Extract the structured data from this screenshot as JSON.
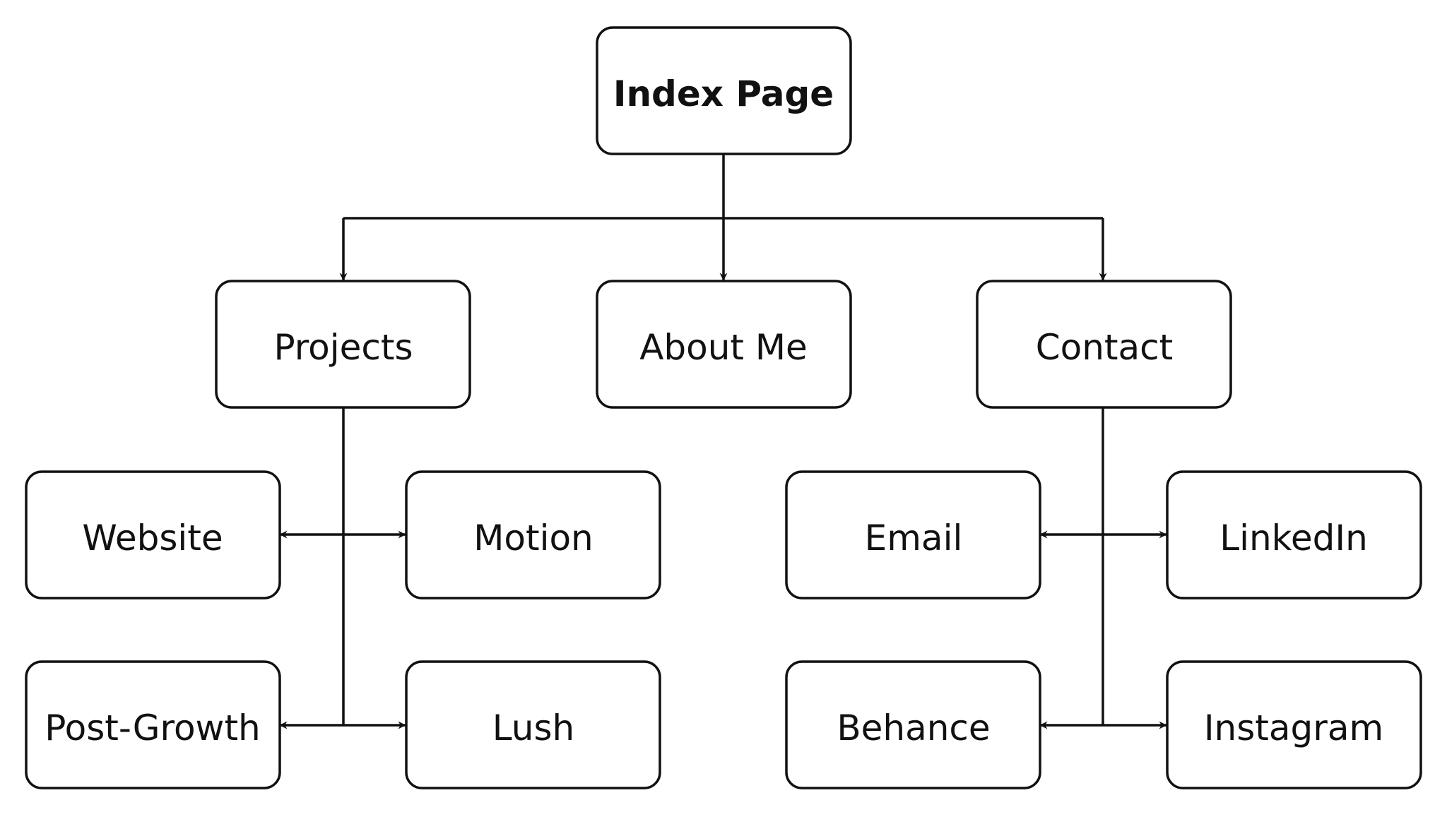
{
  "nodes": {
    "root": "Index Page",
    "projects": "Projects",
    "about": "About Me",
    "contact": "Contact",
    "website": "Website",
    "motion": "Motion",
    "post_growth": "Post-Growth",
    "lush": "Lush",
    "email": "Email",
    "linkedin": "LinkedIn",
    "behance": "Behance",
    "instagram": "Instagram"
  },
  "edges": [
    {
      "from": "root",
      "to": "projects"
    },
    {
      "from": "root",
      "to": "about"
    },
    {
      "from": "root",
      "to": "contact"
    },
    {
      "from": "projects",
      "to": "website"
    },
    {
      "from": "projects",
      "to": "motion"
    },
    {
      "from": "projects",
      "to": "post_growth"
    },
    {
      "from": "projects",
      "to": "lush"
    },
    {
      "from": "contact",
      "to": "email"
    },
    {
      "from": "contact",
      "to": "linkedin"
    },
    {
      "from": "contact",
      "to": "behance"
    },
    {
      "from": "contact",
      "to": "instagram"
    }
  ]
}
